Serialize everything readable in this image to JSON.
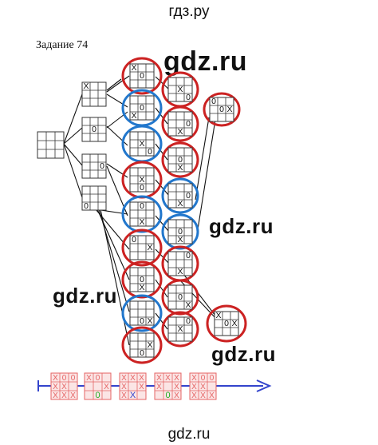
{
  "header": {
    "site": "гдз.ру"
  },
  "footer": {
    "site": "gdz.ru"
  },
  "task": {
    "title": "Задание 74"
  },
  "watermarks": [
    "gdz.ru",
    "gdz.ru",
    "gdz.ru",
    "gdz.ru"
  ],
  "marks": {
    "x": "X",
    "o": "0"
  },
  "colors": {
    "red": "#cc2222",
    "blue": "#2277cc",
    "strip": "#e56464",
    "arrow": "#3344cc",
    "green": "#22aa22"
  }
}
